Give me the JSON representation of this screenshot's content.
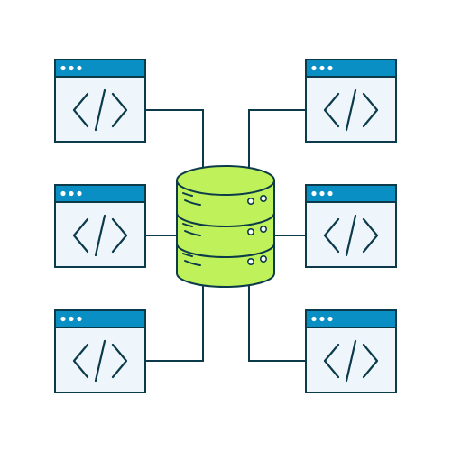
{
  "colors": {
    "stroke": "#0b3a4a",
    "window_fill": "#eef6fb",
    "titlebar": "#0a8fc4",
    "titlebar_dots": "#ffffff",
    "database_fill": "#bff25a",
    "database_dots": "#ffffff",
    "background": "#ffffff"
  },
  "windows": [
    {
      "id": "top-left",
      "icon": "code-icon"
    },
    {
      "id": "middle-left",
      "icon": "code-icon"
    },
    {
      "id": "bottom-left",
      "icon": "code-icon"
    },
    {
      "id": "top-right",
      "icon": "code-icon"
    },
    {
      "id": "middle-right",
      "icon": "code-icon"
    },
    {
      "id": "bottom-right",
      "icon": "code-icon"
    }
  ],
  "database": {
    "icon": "database-server-icon",
    "tiers": 3
  }
}
